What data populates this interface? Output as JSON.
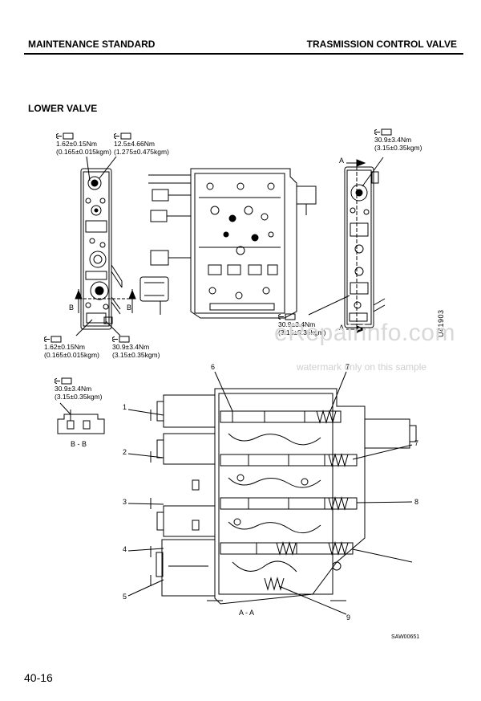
{
  "header": {
    "left": "MAINTENANCE STANDARD",
    "right": "TRASMISSION CONTROL VALVE"
  },
  "section_title": "LOWER VALVE",
  "torque_specs": {
    "t1": {
      "icon": "wrench-icon",
      "tag": "kgm",
      "line1": "1.62±0.15Nm",
      "line2": "(0.165±0.015kgm)"
    },
    "t2": {
      "icon": "wrench-icon",
      "tag": "kgm",
      "line1": "12.5±4.66Nm",
      "line2": "(1.275±0.475kgm)"
    },
    "t3": {
      "icon": "wrench-icon",
      "tag": "kgm",
      "line1": "30.9±3.4Nm",
      "line2": "(3.15±0.35kgm)"
    },
    "t4": {
      "icon": "wrench-icon",
      "tag": "kgm",
      "line1": "30.9±3.4Nm",
      "line2": "(3.15±0.35kgm)"
    },
    "t5": {
      "icon": "wrench-icon",
      "tag": "kgm",
      "line1": "1.62±0.15Nm",
      "line2": "(0.165±0.015kgm)"
    },
    "t6": {
      "icon": "wrench-icon",
      "tag": "kgm",
      "line1": "30.9±3.4Nm",
      "line2": "(3.15±0.35kgm)"
    },
    "t7": {
      "icon": "wrench-icon",
      "tag": "kgm",
      "line1": "30.9±3.4Nm",
      "line2": "(3.15±0.35kgm)"
    }
  },
  "section_labels": {
    "a_top": "A",
    "a_bottom": "A",
    "b_left": "B",
    "b_right": "B",
    "bb": "B - B",
    "aa": "A - A"
  },
  "callouts": [
    "1",
    "2",
    "3",
    "4",
    "5",
    "6",
    "7",
    "7",
    "8",
    "9"
  ],
  "side_code": "U41903",
  "drawing_code": "SAW00651",
  "watermark": {
    "main": "eRepairinfo.com",
    "sub": "watermark only on this sample"
  },
  "page_number": "40-16"
}
